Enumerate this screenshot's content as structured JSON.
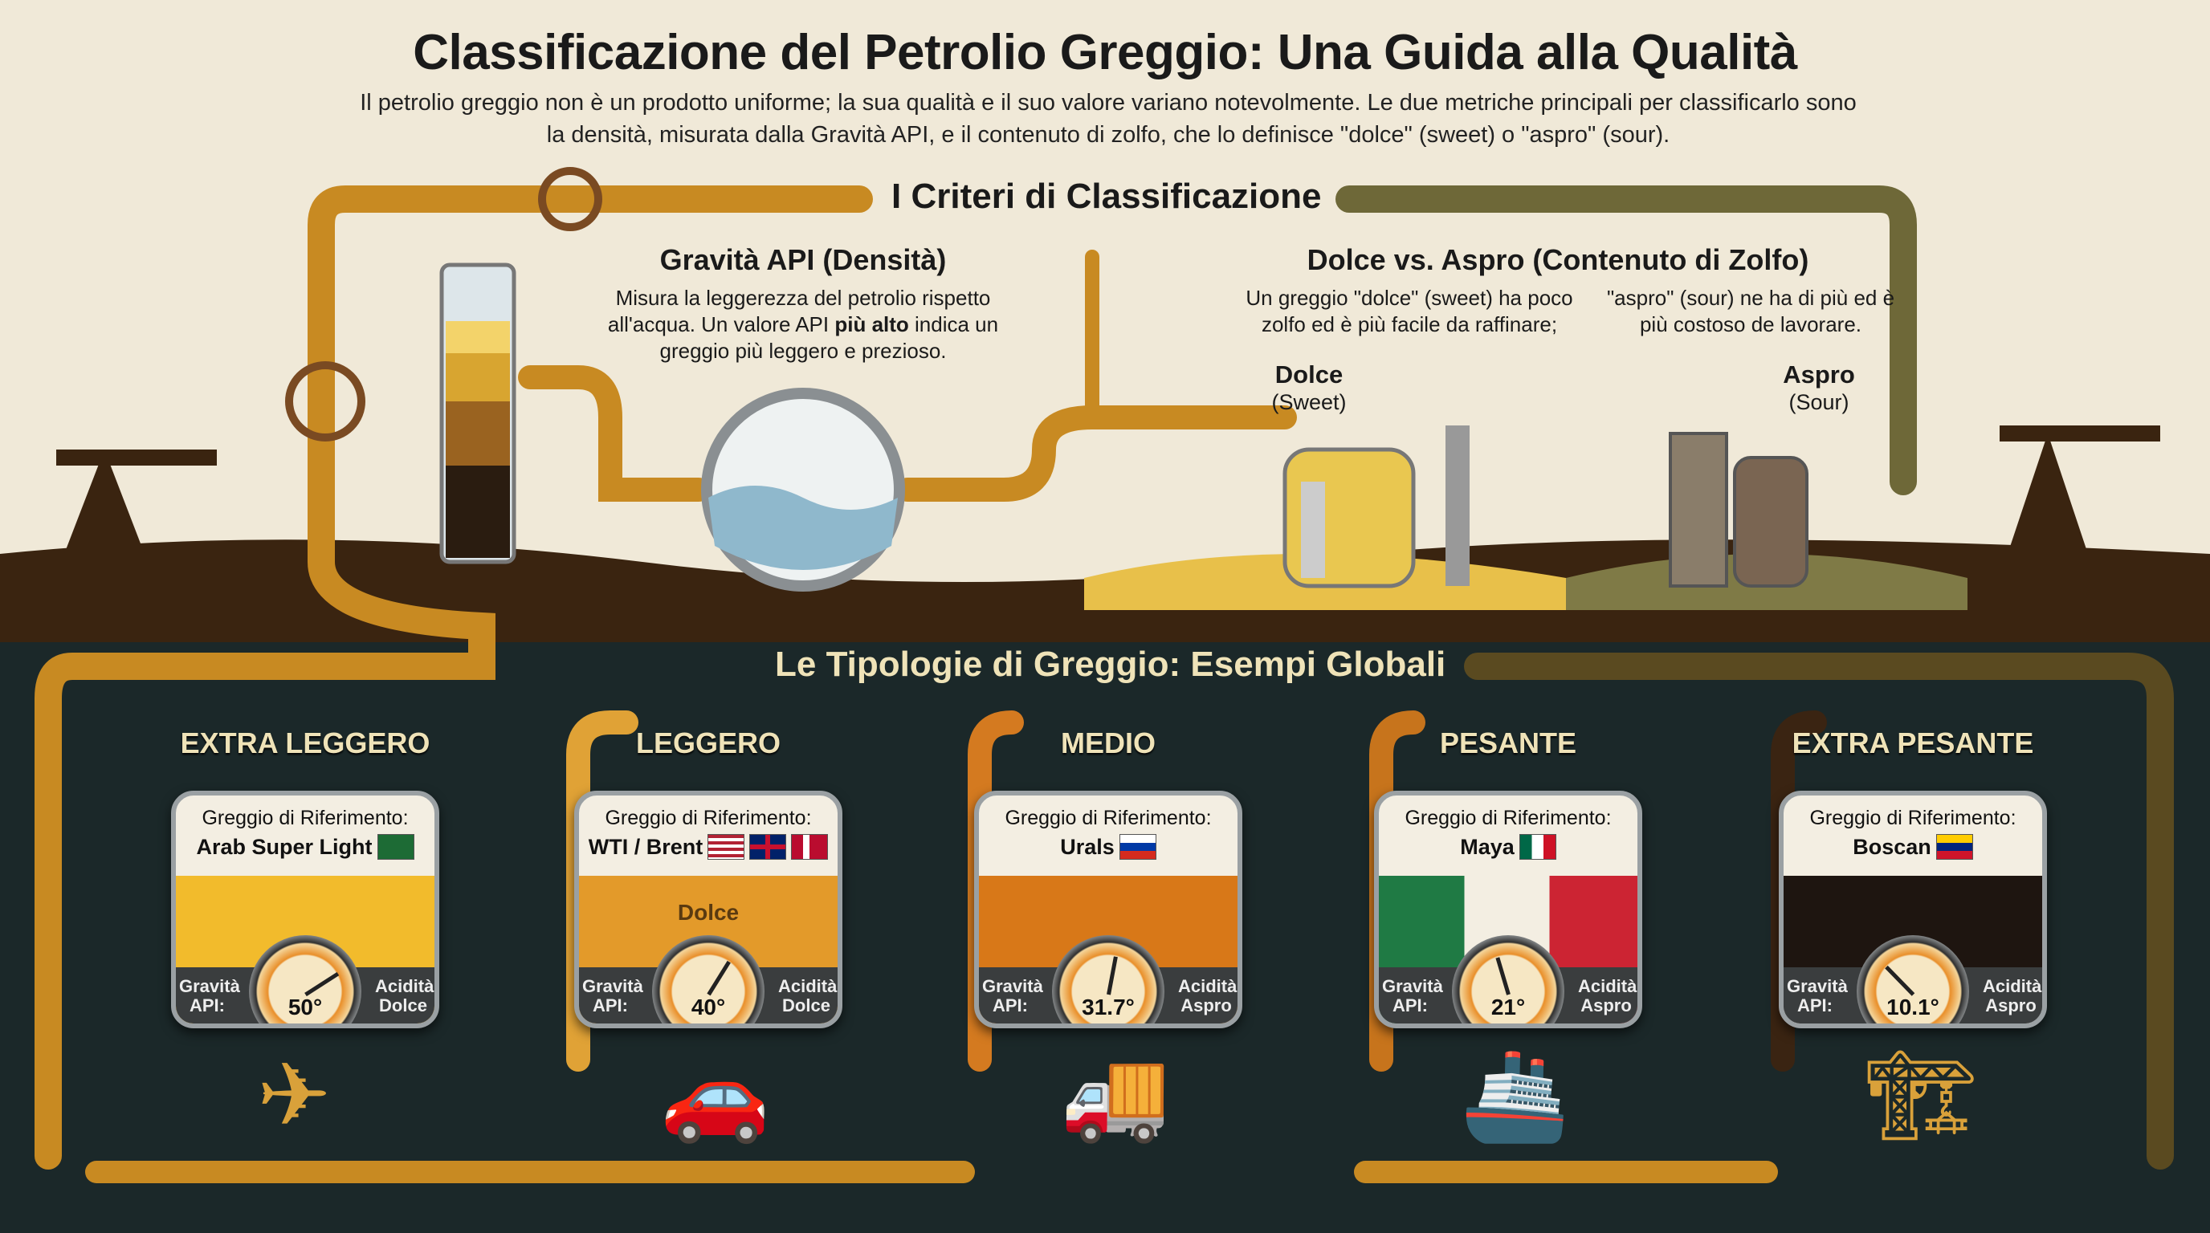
{
  "header": {
    "title": "Classificazione del Petrolio Greggio: Una Guida alla Qualità",
    "subtitle": "Il petrolio greggio non è un prodotto uniforme; la sua qualità e il suo valore variano notevolmente. Le due metriche principali per classificarlo sono la densità, misurata dalla Gravità API, e il contenuto di zolfo, che lo definisce \"dolce\" (sweet) o \"aspro\" (sour)."
  },
  "criteria": {
    "section_title": "I Criteri di Classificazione",
    "api": {
      "heading": "Gravità API (Densità)",
      "text_before": "Misura la leggerezza del petrolio rispetto all'acqua. Un valore API ",
      "text_bold": "più alto",
      "text_after": " indica un greggio più leggero e prezioso."
    },
    "sulfur": {
      "heading": "Dolce vs. Aspro (Contenuto di Zolfo)",
      "sweet_text": "Un greggio \"dolce\" (sweet) ha poco zolfo ed è più facile da raffinare;",
      "sour_text": "\"aspro\" (sour) ne ha di più ed è più costoso de lavorare.",
      "sweet_label": "Dolce",
      "sweet_sub": "(Sweet)",
      "sour_label": "Aspro",
      "sour_sub": "(Sour)"
    }
  },
  "types": {
    "section_title": "Le Tipologie di Greggio: Esempi Globali",
    "ref_label": "Greggio di Riferimento:",
    "api_label": "Gravità API:",
    "acid_label": "Acidità:",
    "items": [
      {
        "category": "EXTRA LEGGERO",
        "crude": "Arab Super Light",
        "api": "50°",
        "api_value": 50,
        "acidity": "Dolce",
        "liquid": "#f2bb2c",
        "flags": [
          "saudi"
        ],
        "usage": "airplane-icon"
      },
      {
        "category": "LEGGERO",
        "crude": "WTI / Brent",
        "api": "40°",
        "api_value": 40,
        "acidity": "Dolce",
        "mid": "Dolce",
        "liquid": "#e39a2a",
        "flags": [
          "usa",
          "uk",
          "norway"
        ],
        "usage": "car-icon"
      },
      {
        "category": "MEDIO",
        "crude": "Urals",
        "api": "31.7°",
        "api_value": 31.7,
        "acidity": "Aspro",
        "liquid": "#d87818",
        "flags": [
          "russia"
        ],
        "usage": "tanker-truck-icon"
      },
      {
        "category": "PESANTE",
        "crude": "Maya",
        "api": "21°",
        "api_value": 21,
        "acidity": "Aspro",
        "liquid": "mexico",
        "flags": [
          "mexico"
        ],
        "usage": "ship-icon"
      },
      {
        "category": "EXTRA PESANTE",
        "crude": "Boscan",
        "api": "10.1°",
        "api_value": 10.1,
        "acidity": "Aspro",
        "liquid": "#1e1510",
        "flags": [
          "venezuela"
        ],
        "usage": "road-construction-icon"
      }
    ]
  },
  "colors": {
    "cream": "#f0e9d8",
    "ground": "#3a2410",
    "dark": "#1b2829",
    "pipe_gold": "#d49a2c",
    "pipe_olive": "#7d7440"
  }
}
